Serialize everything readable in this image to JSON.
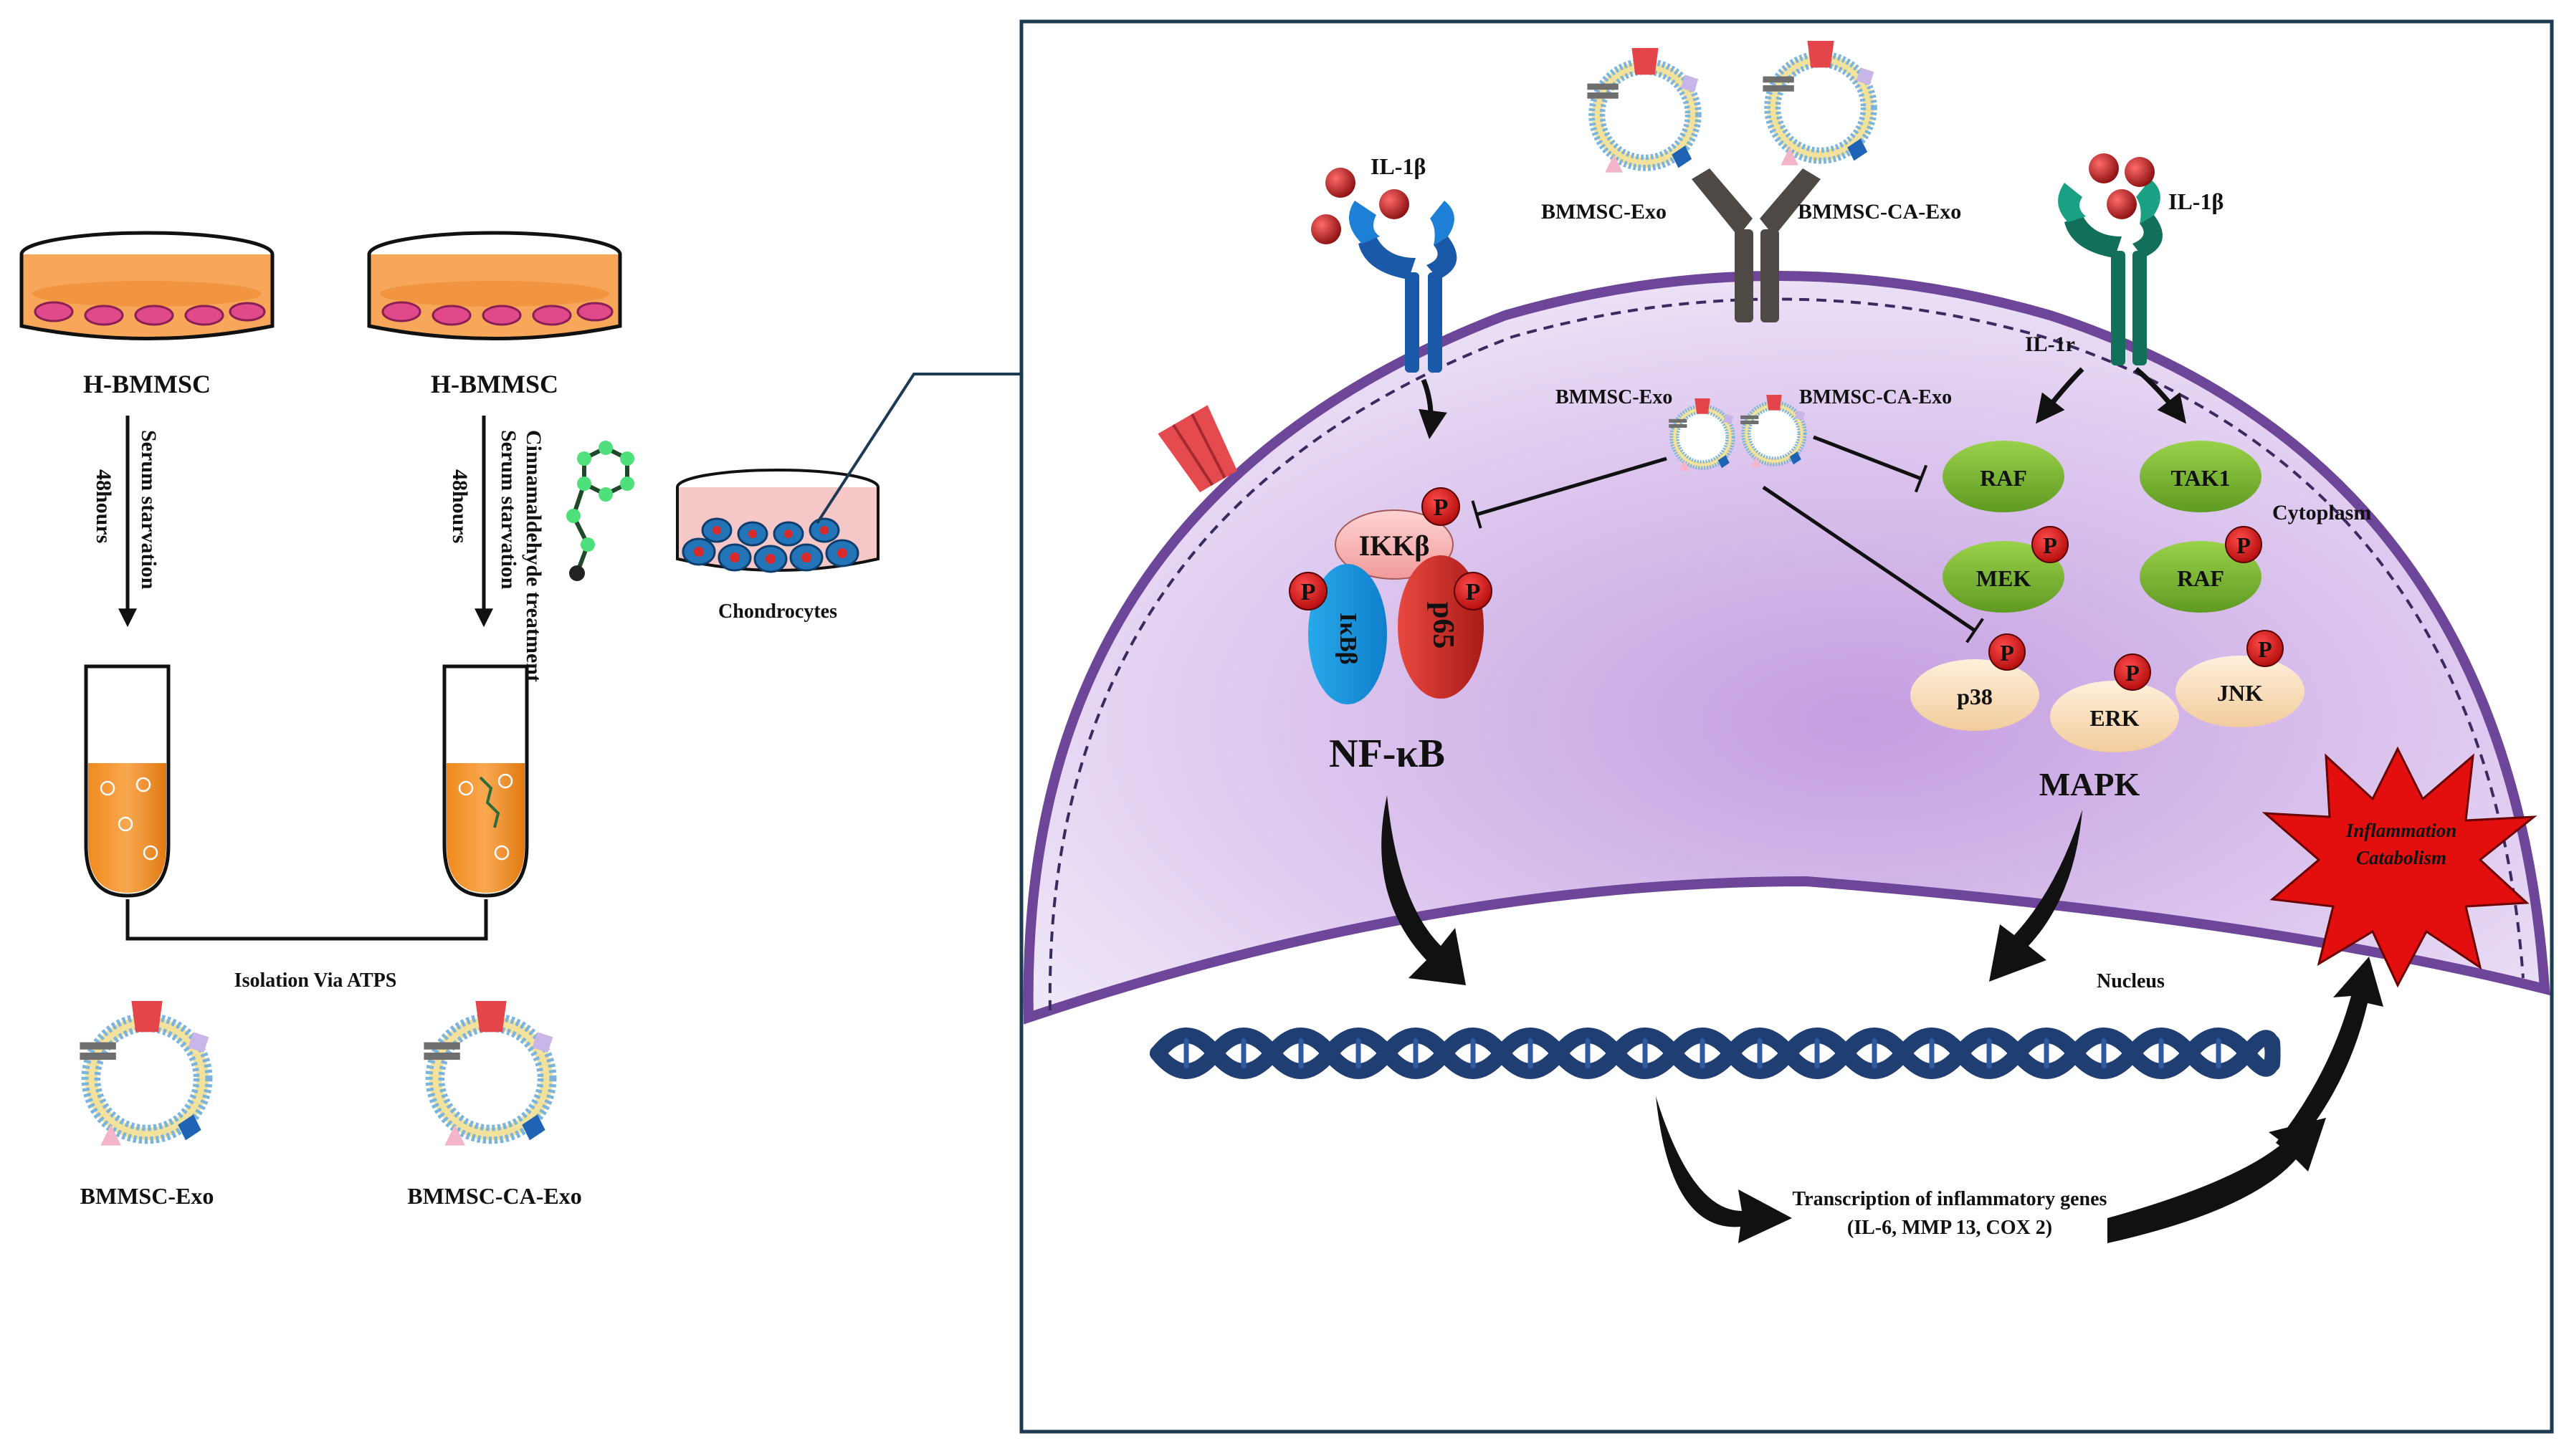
{
  "left_panel": {
    "dish1_label": "H-BMMSC",
    "dish2_label": "H-BMMSC",
    "step1_time": "48hours",
    "step1_treatment": "Serum starvation",
    "step2_time": "48hours",
    "step2_treatment_line1": "Serum starvation",
    "step2_treatment_line2": "Cinnamaldehyde treatment",
    "isolation_label": "Isolation Via ATPS",
    "exo1_label": "BMMSC-Exo",
    "exo2_label": "BMMSC-CA-Exo",
    "chondrocytes_label": "Chondrocytes"
  },
  "pathway": {
    "il1b_left": "IL-1β",
    "il1b_right": "IL-1β",
    "il1r": "IL-1r",
    "top_exo_left": "BMMSC-Exo",
    "top_exo_right": "BMMSC-CA-Exo",
    "inner_exo_left": "BMMSC-Exo",
    "inner_exo_right": "BMMSC-CA-Exo",
    "ikkb": "IKKβ",
    "ikba": "IκBβ",
    "p65": "p65",
    "nfkb": "NF-κB",
    "raf1": "RAF",
    "tak1": "TAK1",
    "mek": "MEK",
    "raf2": "RAF",
    "p38": "p38",
    "erk": "ERK",
    "jnk": "JNK",
    "mapk": "MAPK",
    "cytoplasm": "Cytoplasm",
    "nucleus": "Nucleus",
    "phospho": "P",
    "inflammation_line1": "Inflammation",
    "inflammation_line2": "Catabolism",
    "transcription_line1": "Transcription  of inflammatory genes",
    "transcription_line2": "(IL-6, MMP 13, COX 2)"
  },
  "colors": {
    "cell_fill": "#e2d2f2",
    "membrane": "#7a4fa0",
    "dna": "#1f3f73",
    "phospho": "#d8101a",
    "green_kinase": "#74b32c",
    "beige_kinase": "#f7d9b4",
    "starburst": "#e60d0d"
  }
}
